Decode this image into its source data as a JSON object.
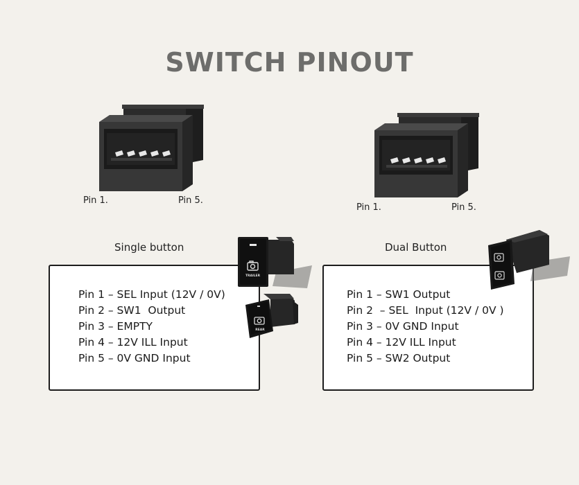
{
  "title": "SWITCH PINOUT",
  "single": {
    "pin_left_label": "Pin 1.",
    "pin_right_label": "Pin 5.",
    "heading": "Single button",
    "pins": [
      "Pin 1 – SEL Input (12V / 0V)",
      "Pin 2 – SW1  Output",
      "Pin 3 – EMPTY",
      "Pin 4 – 12V ILL Input",
      "Pin 5 – 0V GND Input"
    ],
    "switch_top_text": "TRAILER",
    "switch_bottom_text": "REAR"
  },
  "dual": {
    "pin_left_label": "Pin 1.",
    "pin_right_label": "Pin 5.",
    "heading": "Dual Button",
    "pins": [
      "Pin 1 – SW1 Output",
      "Pin 2  – SEL  Input (12V / 0V )",
      "Pin 3 – 0V GND Input",
      "Pin 4 – 12V ILL Input",
      "Pin 5 – SW2 Output"
    ]
  }
}
